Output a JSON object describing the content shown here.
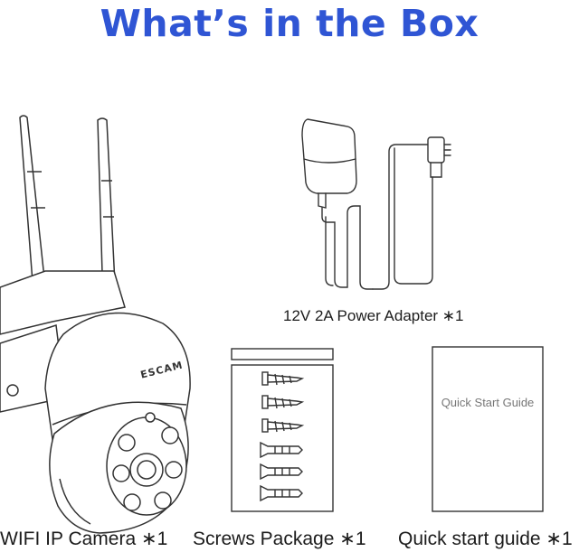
{
  "title": "What’s in the Box",
  "camera": {
    "brand": "ESCAM",
    "caption": "WIFI IP Camera ∗1"
  },
  "adapter": {
    "caption": "12V 2A Power Adapter ∗1"
  },
  "screws": {
    "caption": "Screws Package ∗1"
  },
  "guide": {
    "cover_text": "Quick Start Guide",
    "caption": "Quick start guide ∗1"
  },
  "colors": {
    "title": "#2f55d4",
    "line": "#333333",
    "paper": "#ffffff"
  },
  "icons": [
    "camera-illustration",
    "power-adapter-illustration",
    "screws-package-illustration",
    "quick-start-guide-illustration"
  ]
}
